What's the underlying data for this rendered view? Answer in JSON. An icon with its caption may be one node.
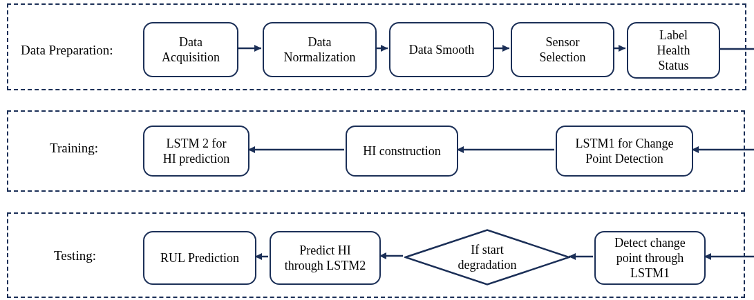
{
  "diagram": {
    "nodes": [
      {
        "text": [
          "Data Preparation:"
        ]
      },
      {
        "text": [
          "Data Acquisition"
        ],
        "in": 0
      },
      {
        "text": [
          "Data Normalization"
        ],
        "in": 0
      },
      {
        "text": [
          "Data Smooth"
        ],
        "in": 0
      },
      {
        "text": [
          "Sensor Selection"
        ],
        "in": 0
      },
      {
        "text": [
          "Label Health Status"
        ],
        "in": 0
      },
      {
        "text": [
          "Training:"
        ]
      },
      {
        "text": [
          "LSTM 2 for HI prediction"
        ],
        "in": 6
      },
      {
        "text": [
          "HI construction"
        ],
        "in": 6
      },
      {
        "text": [
          "LSTM1 for Change Point Detection"
        ],
        "in": 6
      },
      {
        "text": [
          "Testing:"
        ]
      },
      {
        "text": [
          "RUL Prediction"
        ],
        "in": 10
      },
      {
        "text": [
          "Predict HI through LSTM2"
        ],
        "in": 10
      },
      {
        "text": [
          "If start degradation"
        ],
        "in": 10
      },
      {
        "text": [
          "Detect change point through LSTM1"
        ],
        "in": 10
      }
    ],
    "edges": [
      {
        "from": 1,
        "to": 2,
        "arrow": "to"
      },
      {
        "from": 2,
        "to": 3,
        "arrow": "to"
      },
      {
        "from": 3,
        "to": 4,
        "arrow": "to"
      },
      {
        "from": 4,
        "to": 5,
        "arrow": "to"
      },
      {
        "from": 5,
        "to": null,
        "arrow": "none"
      },
      {
        "from": null,
        "to": 9,
        "arrow": "to"
      },
      {
        "from": 9,
        "to": 8,
        "arrow": "to"
      },
      {
        "from": 8,
        "to": 7,
        "arrow": "to"
      },
      {
        "from": null,
        "to": 14,
        "arrow": "to"
      },
      {
        "from": 14,
        "to": 13,
        "arrow": "to"
      },
      {
        "from": 13,
        "to": 12,
        "arrow": "to"
      },
      {
        "from": 12,
        "to": 11,
        "arrow": "to"
      }
    ]
  }
}
